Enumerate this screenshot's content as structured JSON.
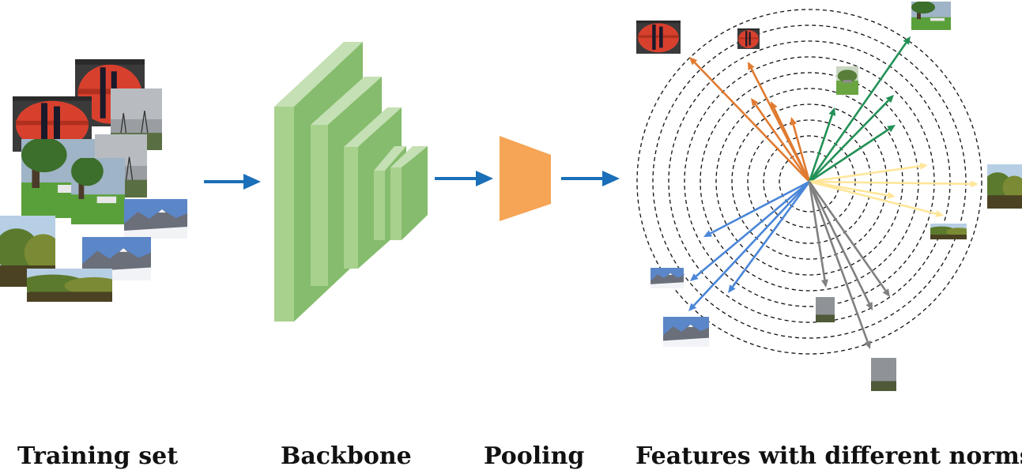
{
  "labels": {
    "training_set": "Training set",
    "backbone": "Backbone",
    "pooling": "Pooling",
    "features": "Features with  different norms"
  },
  "colors": {
    "flow_arrow": "#1a6fb8",
    "backbone_front": "#a9d18e",
    "backbone_side": "#86bc6d",
    "backbone_top": "#c5e0b4",
    "pooling": "#f5a555",
    "lantern_class": "#e07b31",
    "park_class": "#239157",
    "river_class": "#ffe699",
    "mountain_class": "#4a86d8",
    "sky_class": "#808080",
    "circle": "#111111"
  },
  "icons": [
    "lantern-photo",
    "park-photo",
    "sky-photo",
    "mountain-photo",
    "river-photo"
  ]
}
